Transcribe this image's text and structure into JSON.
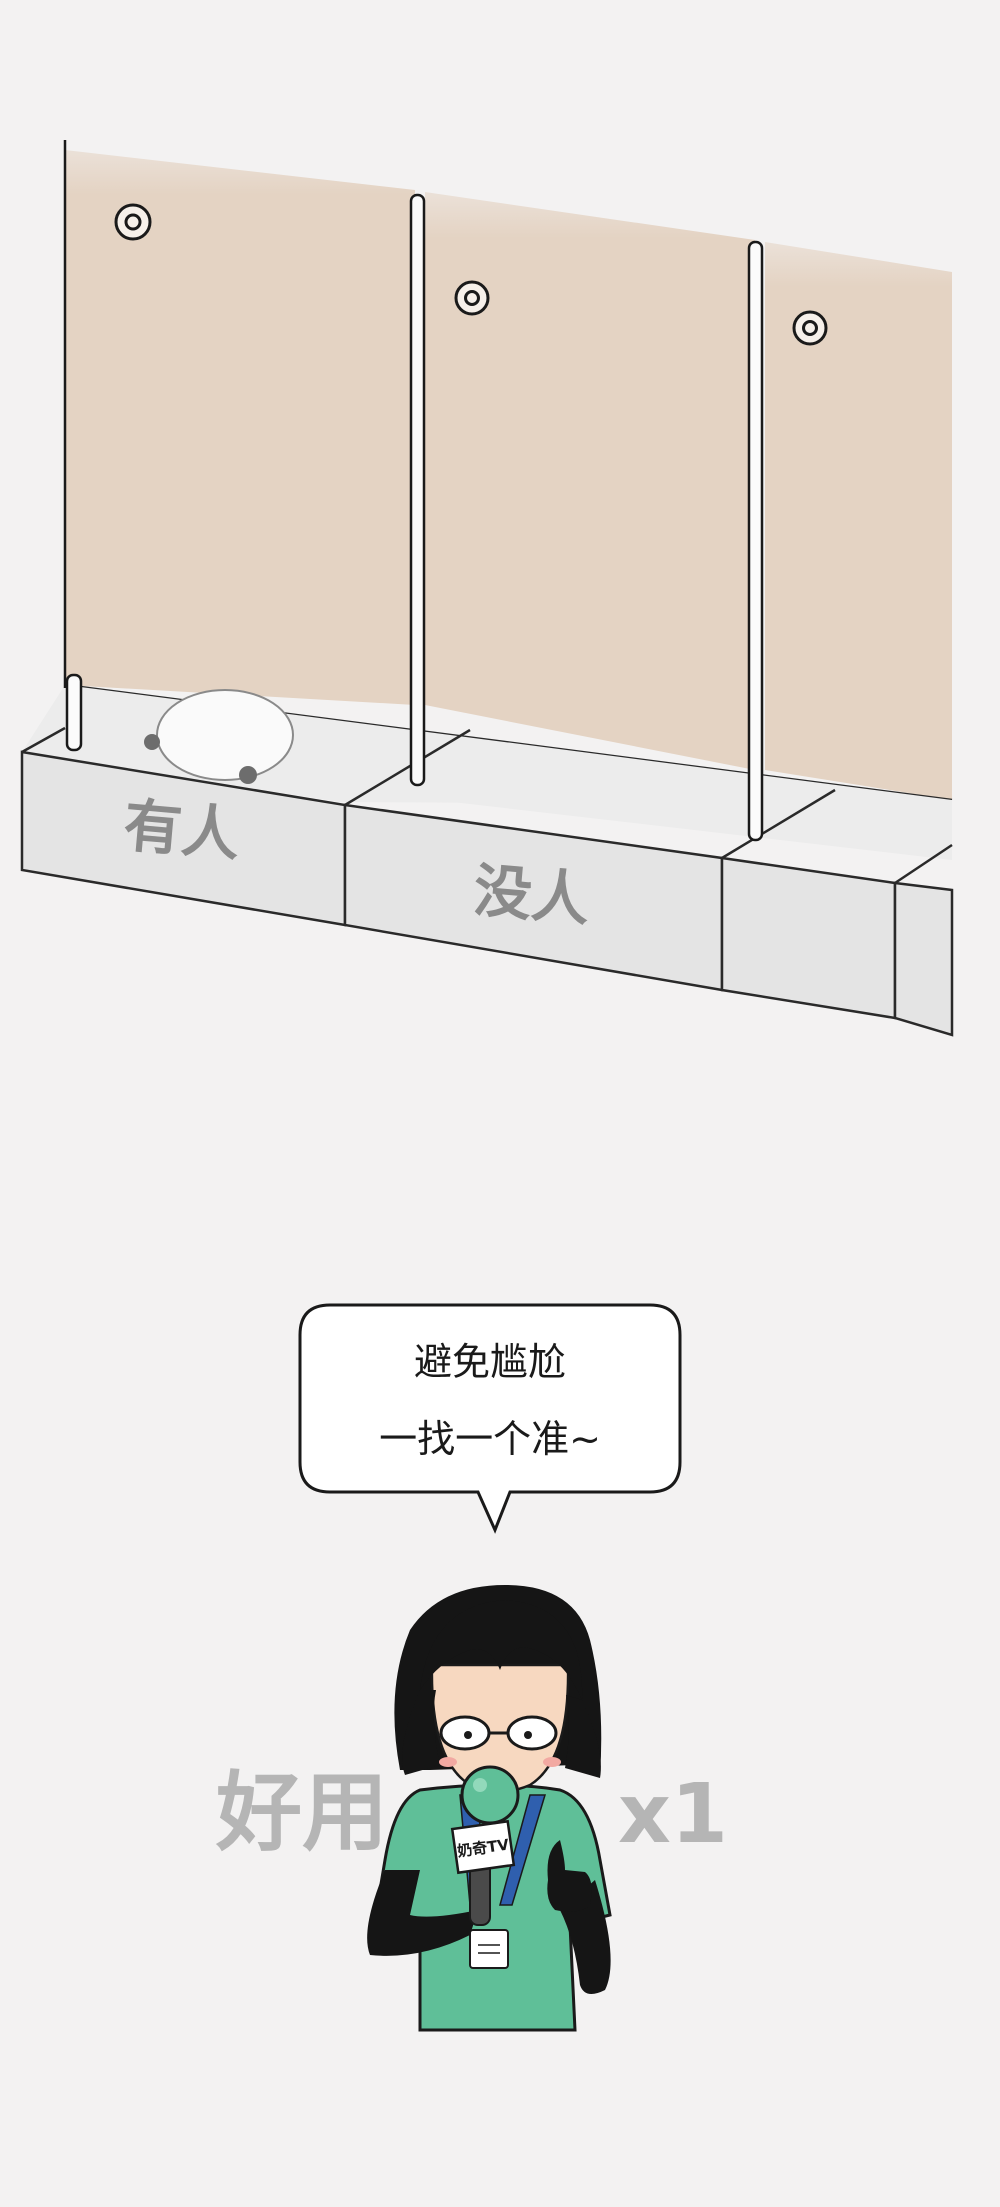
{
  "comic": {
    "base_labels": {
      "occupied": "有人",
      "vacant": "没人"
    },
    "speech_bubble": {
      "line1": "避免尴尬",
      "line2": "一找一个准~"
    },
    "rating": {
      "label": "好用",
      "multiplier": "x1"
    },
    "badge_text": "奶奇TV",
    "colors": {
      "background": "#f3f2f2",
      "stall_panel": "#e4d3c3",
      "base": "#e4e4e4",
      "shirt": "#5fbf98",
      "label_text": "#8a8a8a",
      "rating_text": "#b5b5b5"
    }
  }
}
